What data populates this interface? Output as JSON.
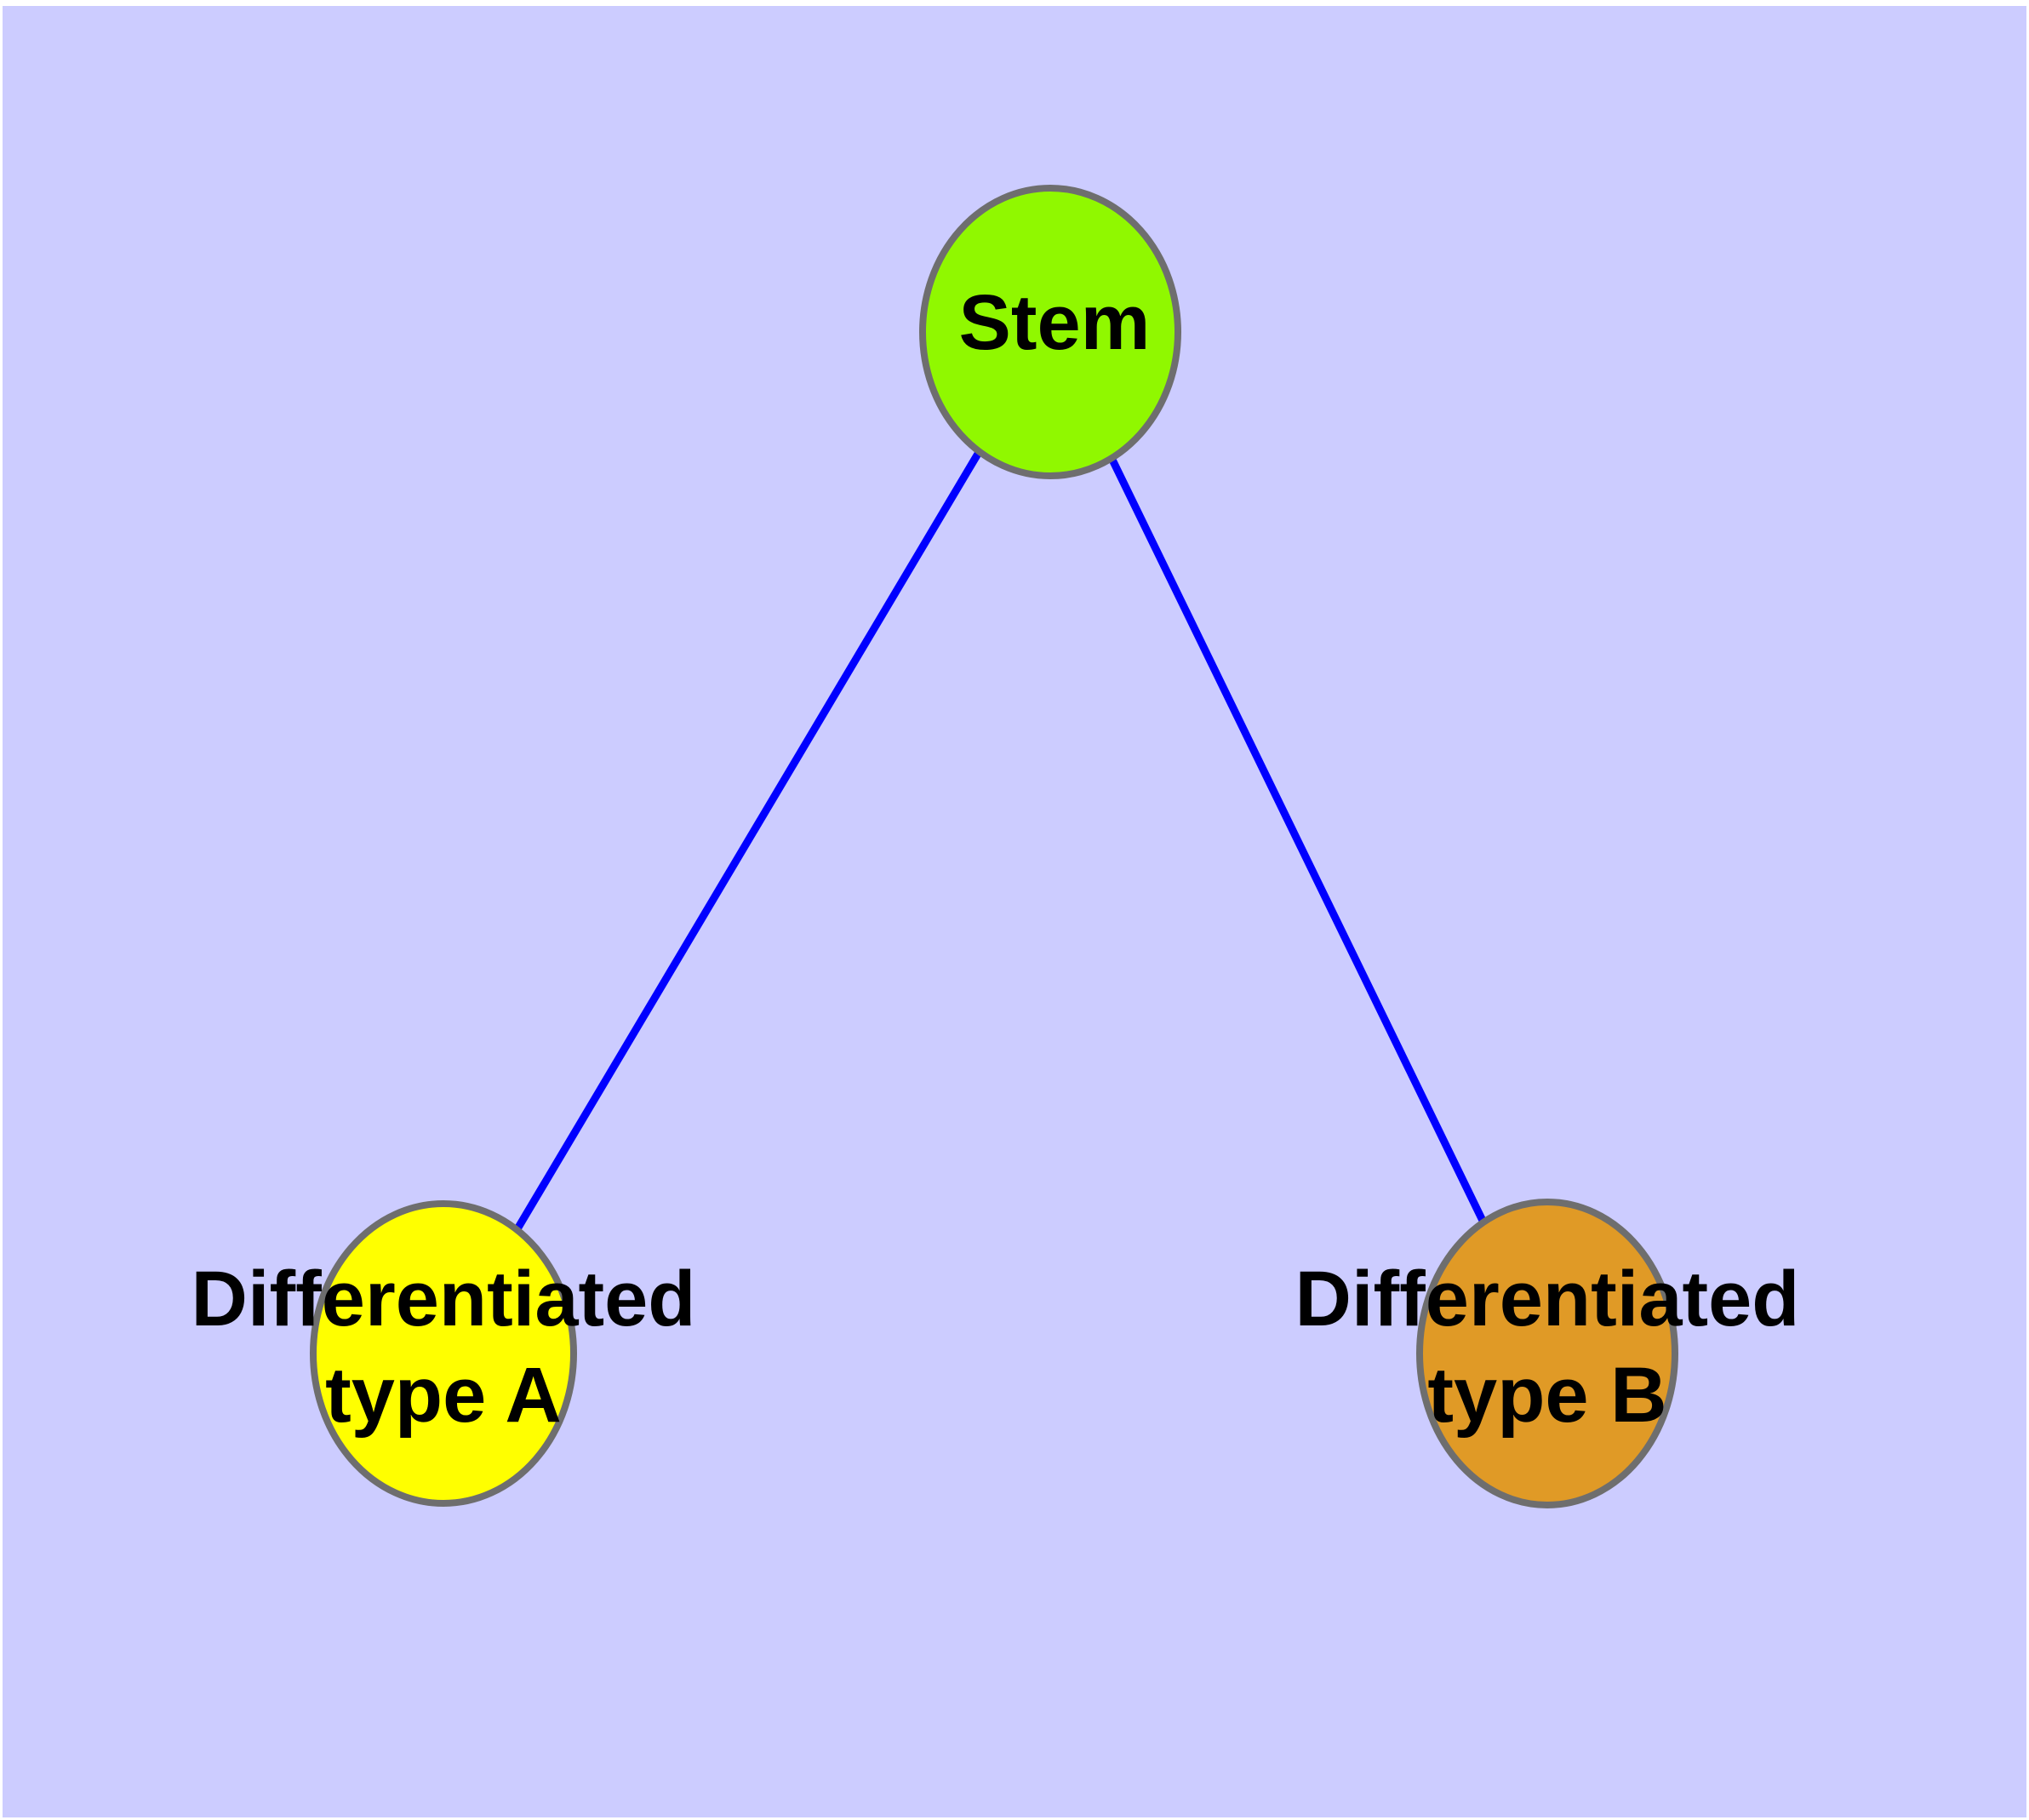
{
  "diagram": {
    "type": "graph",
    "background_color": "#CCCCFF",
    "edge_color": "#0000FF",
    "node_border_color": "#6E6E6E",
    "label_color": "#000000",
    "nodes": [
      {
        "id": "stem",
        "label": "Stem",
        "label_lines": [
          "Stem"
        ],
        "fill": "#90F800"
      },
      {
        "id": "differentiated-type-a",
        "label": "Differentiated type A",
        "label_lines": [
          "Differentiated",
          "type A"
        ],
        "fill": "#FFFF00"
      },
      {
        "id": "differentiated-type-b",
        "label": "Differentiated type B",
        "label_lines": [
          "Differentiated",
          "type B"
        ],
        "fill": "#E09A26"
      }
    ],
    "edges": [
      {
        "from": "stem",
        "to": "differentiated-type-a"
      },
      {
        "from": "stem",
        "to": "differentiated-type-b"
      }
    ]
  }
}
